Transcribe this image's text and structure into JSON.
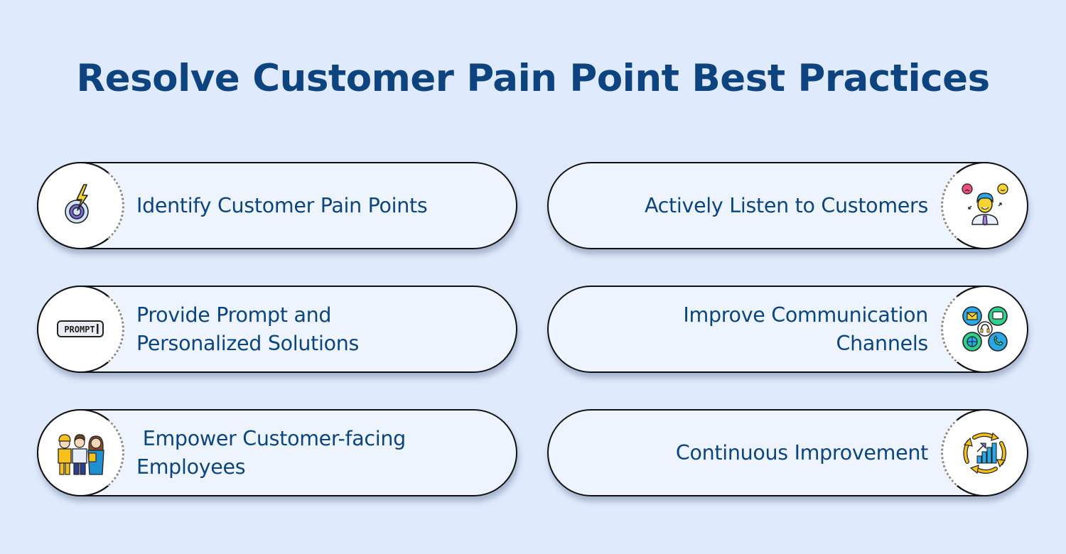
{
  "title": "Resolve Customer Pain Point Best Practices",
  "colors": {
    "background": "#dfeafc",
    "title": "#0d437e",
    "text": "#0b4580",
    "pill_fill": "#eef4fe",
    "pill_border": "#111111"
  },
  "practices": [
    {
      "label": "Identify Customer Pain Points",
      "icon": "target-lightning-icon",
      "side": "left"
    },
    {
      "label": "Actively Listen to Customers",
      "icon": "customer-feedback-icon",
      "side": "right"
    },
    {
      "label": "Provide Prompt and Personalized Solutions",
      "line1": "Provide Prompt and",
      "line2": "Personalized Solutions",
      "icon": "prompt-input-icon",
      "side": "left"
    },
    {
      "label": "Improve Communication Channels",
      "line1": "Improve Communication",
      "line2": "Channels",
      "icon": "communication-channels-icon",
      "side": "right"
    },
    {
      "label": "Empower Customer-facing Employees",
      "line1": " Empower Customer-facing",
      "line2": "Employees",
      "icon": "employees-team-icon",
      "side": "left"
    },
    {
      "label": "Continuous Improvement",
      "icon": "continuous-improvement-icon",
      "side": "right"
    }
  ],
  "icon_text": {
    "prompt": "PROMPT"
  }
}
